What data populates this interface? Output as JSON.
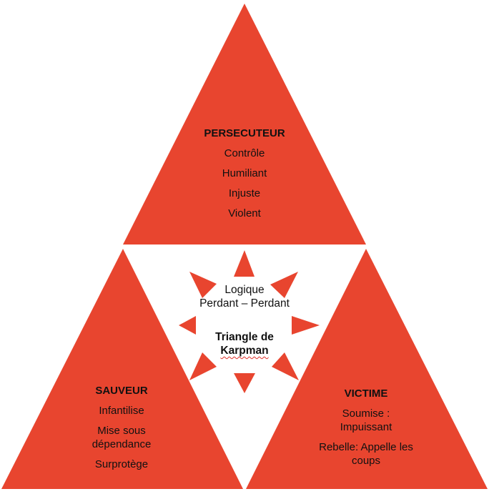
{
  "colors": {
    "fill": "#E8452F"
  },
  "persecuteur": {
    "title": "PERSECUTEUR",
    "items": [
      "Contrôle",
      "Humiliant",
      "Injuste",
      "Violent"
    ]
  },
  "sauveur": {
    "title": "SAUVEUR",
    "items": [
      "Infantilise",
      "Mise sous dépendance",
      "Surprotège"
    ]
  },
  "victime": {
    "title": "VICTIME",
    "items": [
      "Soumise : Impuissant",
      "Rebelle: Appelle les coups"
    ]
  },
  "center": {
    "line1": "Logique",
    "line2": "Perdant – Perdant",
    "title1": "Triangle de",
    "title2": "Karpman"
  }
}
